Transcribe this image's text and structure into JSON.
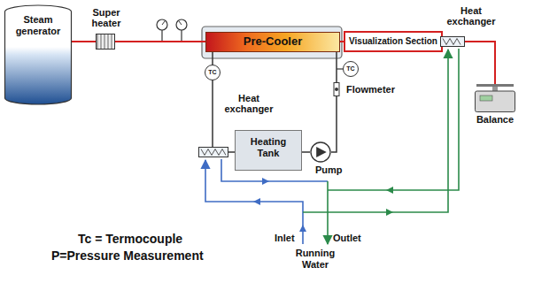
{
  "diagram": {
    "nodes": [
      {
        "text": [
          "Steam generator"
        ]
      },
      {
        "text": [
          "Super heater"
        ]
      },
      {
        "text": [
          "Pre-Cooler"
        ]
      },
      {
        "text": [
          "Visualization Section"
        ]
      },
      {
        "text": [
          "Heat exchanger"
        ]
      },
      {
        "text": [
          "Balance"
        ]
      },
      {
        "text": [
          "Heat exchanger"
        ]
      },
      {
        "text": [
          "Heating Tank"
        ]
      },
      {
        "text": [
          "Pump"
        ]
      },
      {
        "text": [
          "Flowmeter"
        ]
      }
    ],
    "edges": [
      {
        "from": 0,
        "to": 1,
        "arrow": "none"
      },
      {
        "from": 1,
        "to": 2,
        "arrow": "none"
      },
      {
        "from": 2,
        "to": 3,
        "arrow": "none"
      },
      {
        "from": 3,
        "to": 4,
        "arrow": "none"
      },
      {
        "from": 4,
        "to": 5,
        "arrow": "none"
      },
      {
        "from": 2,
        "to": 6,
        "arrow": "none"
      },
      {
        "from": 6,
        "to": 7,
        "arrow": "none"
      },
      {
        "from": 7,
        "to": 8,
        "arrow": "none"
      },
      {
        "from": 8,
        "to": 9,
        "arrow": "none"
      },
      {
        "from": 9,
        "to": 2,
        "arrow": "none"
      }
    ],
    "labels": [
      "TC",
      "TC",
      "Inlet",
      "Outlet",
      "Running Water",
      "Tc = Termocouple",
      "P=Pressure Measurement"
    ]
  }
}
